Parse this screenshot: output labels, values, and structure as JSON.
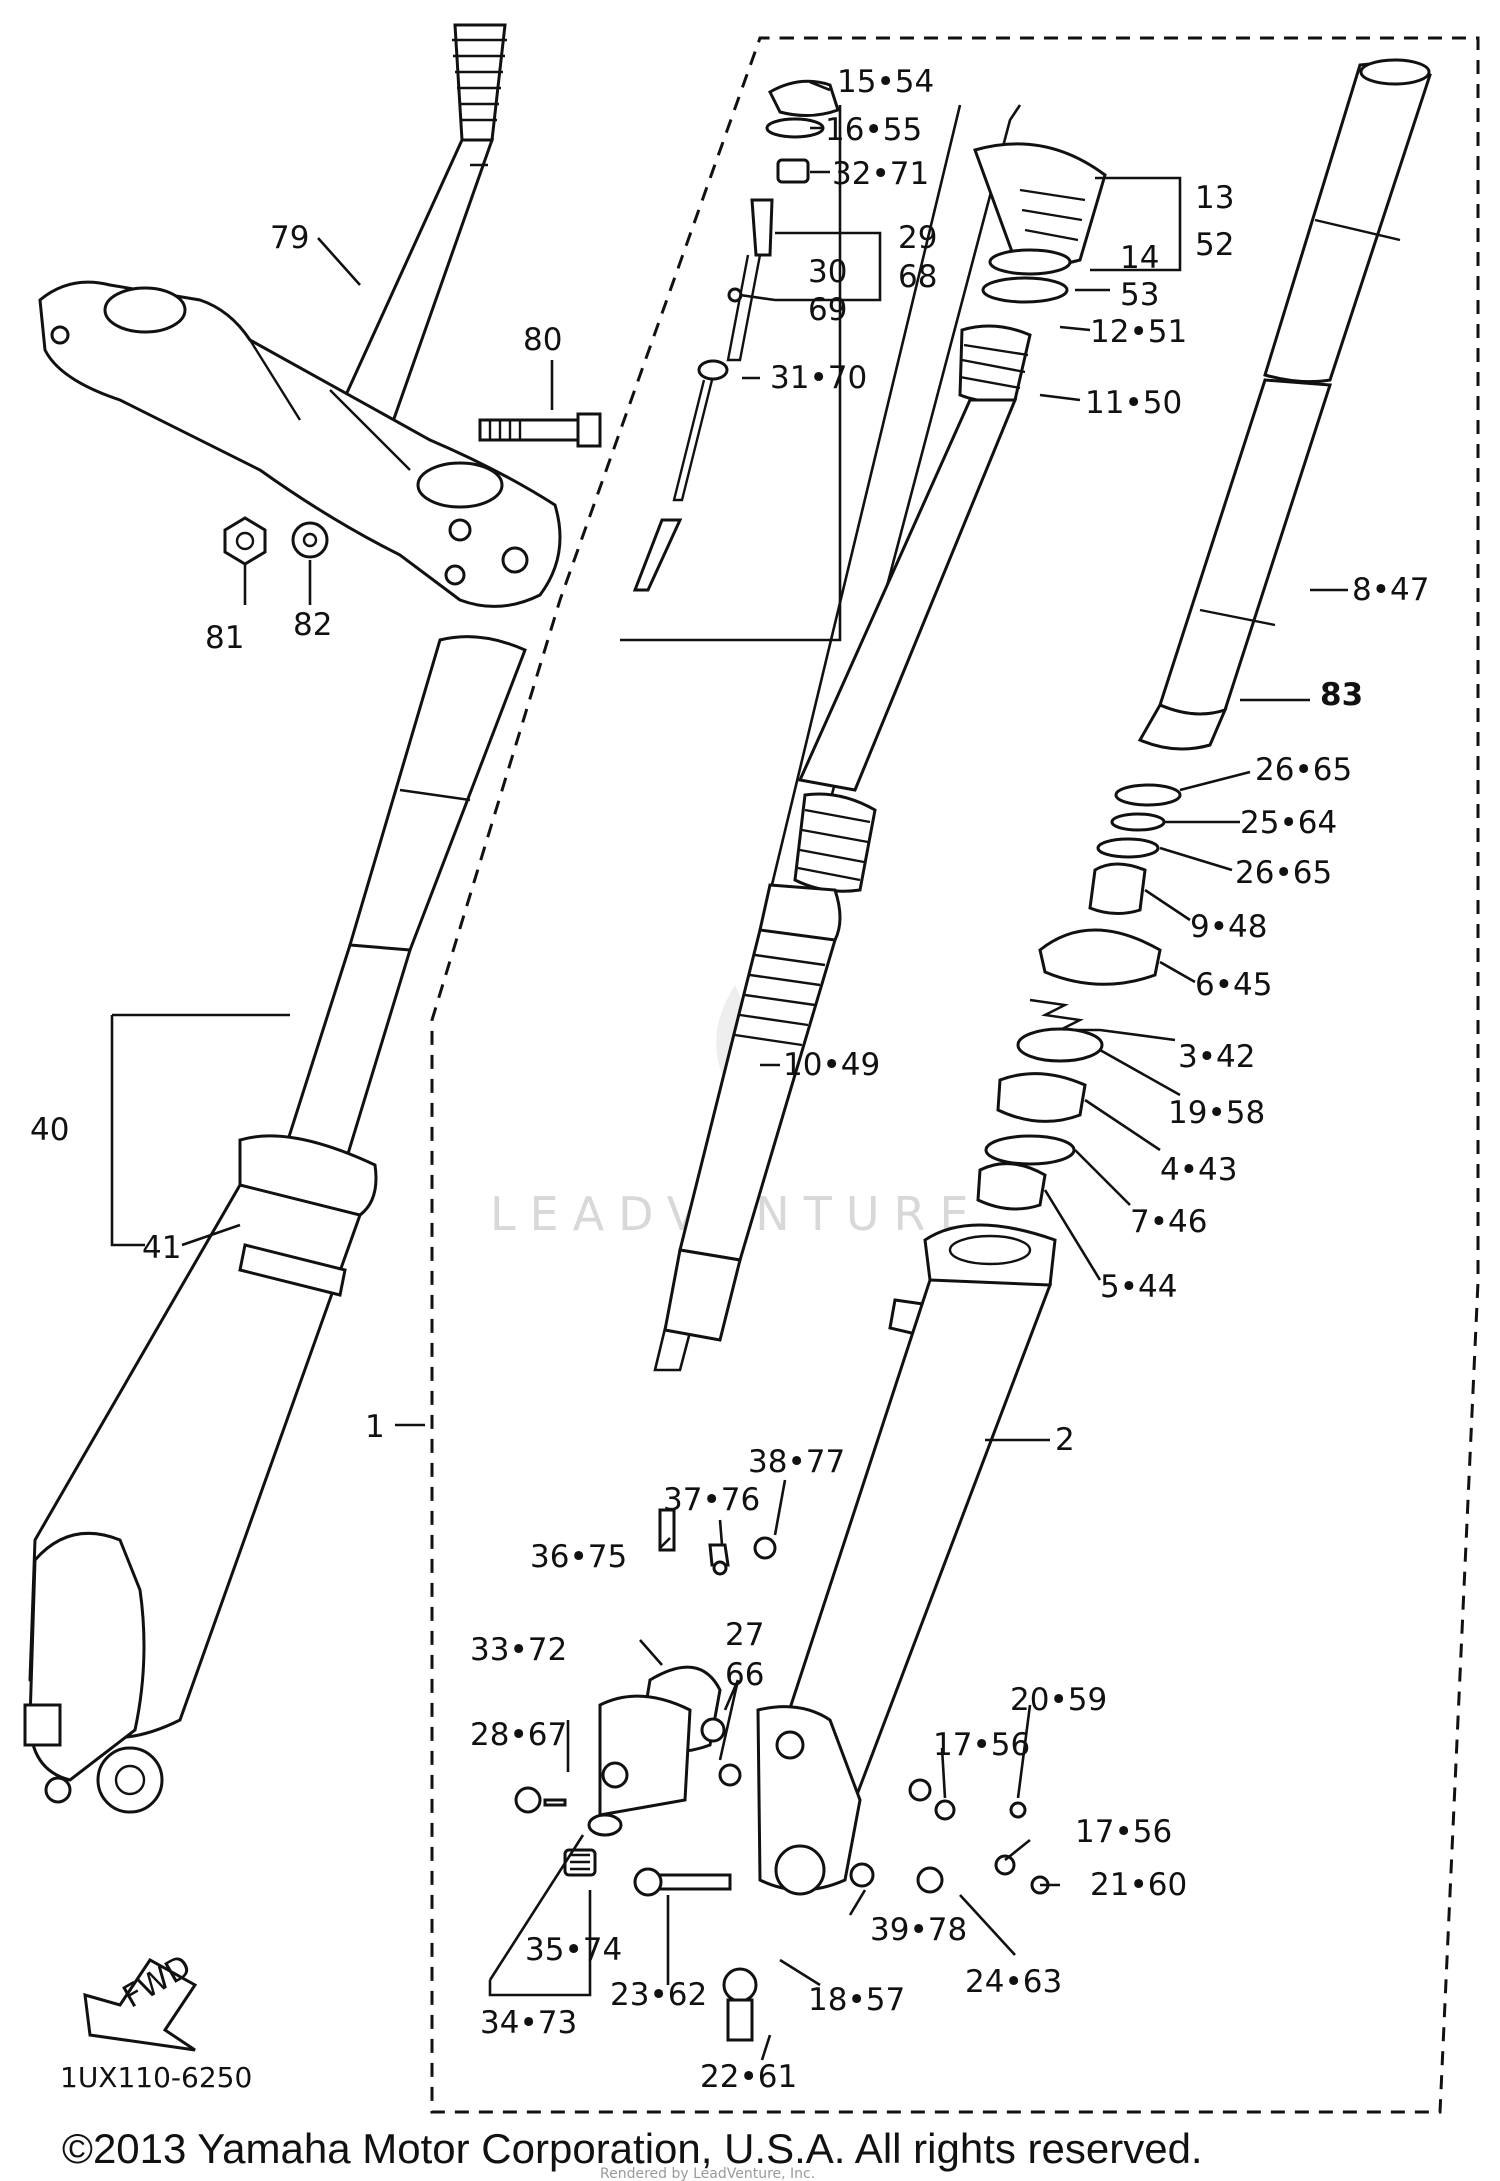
{
  "diagram": {
    "code": "1UX110-6250",
    "fwd_label": "FWD",
    "watermark": "LEADVENTURE",
    "copyright": "©2013 Yamaha Motor Corporation, U.S.A. All rights reserved.",
    "footer_small": "Rendered by LeadVenture, Inc.",
    "labels": {
      "p79": "79",
      "p80": "80",
      "p81": "81",
      "p82": "82",
      "p40": "40",
      "p41": "41",
      "p1": "1",
      "p15_54": "15•54",
      "p16_55": "16•55",
      "p32_71": "32•71",
      "p29_68": "29\n68",
      "p30_69": "30\n69",
      "p31_70": "31•70",
      "p13_52": "13\n52",
      "p14_53": "14\n53",
      "p12_51": "12•51",
      "p11_50": "11•50",
      "p8_47": "8•47",
      "p83": "83",
      "p26_65a": "26•65",
      "p25_64": "25•64",
      "p26_65b": "26•65",
      "p9_48": "9•48",
      "p6_45": "6•45",
      "p3_42": "3•42",
      "p19_58": "19•58",
      "p4_43": "4•43",
      "p7_46": "7•46",
      "p5_44": "5•44",
      "p10_49": "10•49",
      "p2": "2",
      "p38_77": "38•77",
      "p37_76": "37•76",
      "p36_75": "36•75",
      "p33_72": "33•72",
      "p27_66": "27\n66",
      "p28_67": "28•67",
      "p20_59": "20•59",
      "p17_56a": "17•56",
      "p17_56b": "17•56",
      "p21_60": "21•60",
      "p35_74": "35•74",
      "p34_73": "34•73",
      "p23_62": "23•62",
      "p18_57": "18•57",
      "p39_78": "39•78",
      "p24_63": "24•63",
      "p22_61": "22•61"
    }
  }
}
